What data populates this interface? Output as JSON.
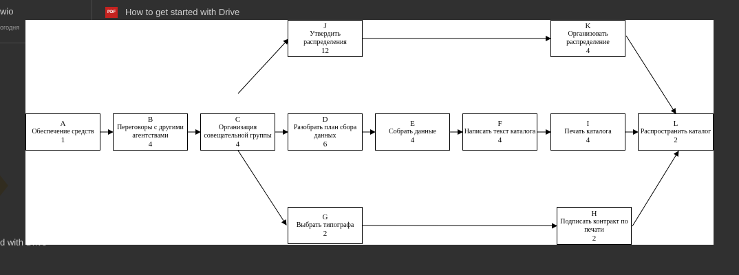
{
  "background": {
    "items": [
      {
        "text": "wio"
      },
      {
        "text": "огодня"
      },
      {
        "text": "How to get started with Drive"
      },
      {
        "text": "PDF"
      },
      {
        "text": "d with Drive"
      }
    ]
  },
  "diagram": {
    "nodes": [
      {
        "id": "A",
        "title": "Обеспечение средств",
        "duration": "1"
      },
      {
        "id": "B",
        "title": "Переговоры с другими агентствами",
        "duration": "4"
      },
      {
        "id": "C",
        "title": "Организация совещательной группы",
        "duration": "4"
      },
      {
        "id": "D",
        "title": "Разобрать план сбора данных",
        "duration": "6"
      },
      {
        "id": "E",
        "title": "Собрать данные",
        "duration": "4"
      },
      {
        "id": "F",
        "title": "Написать текст каталога",
        "duration": "4"
      },
      {
        "id": "I",
        "title": "Печать каталога",
        "duration": "4"
      },
      {
        "id": "L",
        "title": "Распространить каталог",
        "duration": "2"
      },
      {
        "id": "J",
        "title": "Утвердить распределения",
        "duration": "12"
      },
      {
        "id": "K",
        "title": "Организовать распределение",
        "duration": "4"
      },
      {
        "id": "G",
        "title": "Выбрать типографа",
        "duration": "2"
      },
      {
        "id": "H",
        "title": "Подписать контракт по печати",
        "duration": "2"
      }
    ],
    "edges": [
      {
        "from": "A",
        "to": "B"
      },
      {
        "from": "B",
        "to": "C"
      },
      {
        "from": "C",
        "to": "D"
      },
      {
        "from": "D",
        "to": "E"
      },
      {
        "from": "E",
        "to": "F"
      },
      {
        "from": "F",
        "to": "I"
      },
      {
        "from": "I",
        "to": "L"
      },
      {
        "from": "C",
        "to": "J"
      },
      {
        "from": "J",
        "to": "K"
      },
      {
        "from": "K",
        "to": "L"
      },
      {
        "from": "C",
        "to": "G"
      },
      {
        "from": "G",
        "to": "H"
      },
      {
        "from": "H",
        "to": "L"
      }
    ]
  }
}
